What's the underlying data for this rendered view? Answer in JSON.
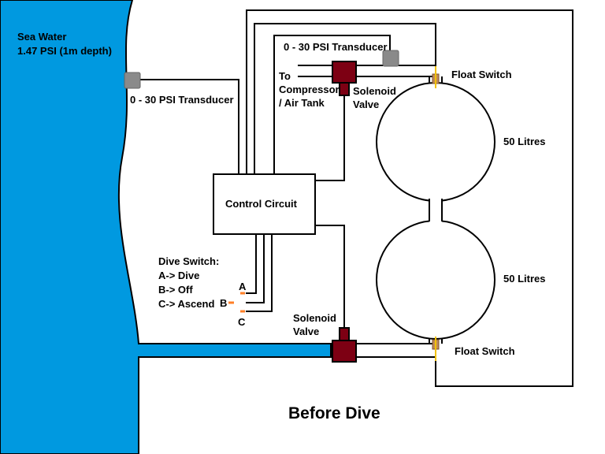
{
  "labels": {
    "sea_water_line1": "Sea Water",
    "sea_water_line2": "1.47 PSI (1m depth)",
    "transducer_left": "0 - 30 PSI Transducer",
    "transducer_top": "0 - 30 PSI Transducer",
    "to_line1": "To",
    "to_line2": "Compressor",
    "to_line3": "/ Air Tank",
    "solenoid_top_line1": "Solenoid",
    "solenoid_top_line2": "Valve",
    "solenoid_bottom_line1": "Solenoid",
    "solenoid_bottom_line2": "Valve",
    "float_switch_top": "Float Switch",
    "float_switch_bottom": "Float Switch",
    "tank_top": "50 Litres",
    "tank_bottom": "50 Litres",
    "control_circuit": "Control Circuit",
    "dive_switch_title": "Dive Switch:",
    "dive_switch_a": "A-> Dive",
    "dive_switch_b": "B-> Off",
    "dive_switch_c": "C-> Ascend",
    "switch_a": "A",
    "switch_b": "B",
    "switch_c": "C",
    "caption": "Before Dive"
  },
  "colors": {
    "sea_water": "#0099e0",
    "solenoid_valve": "#7d0013",
    "transducer": "#8a8a8a",
    "float_switch": "#c08a5a",
    "float_contact": "#f2c200",
    "switch_contact": "#ff7f27"
  }
}
